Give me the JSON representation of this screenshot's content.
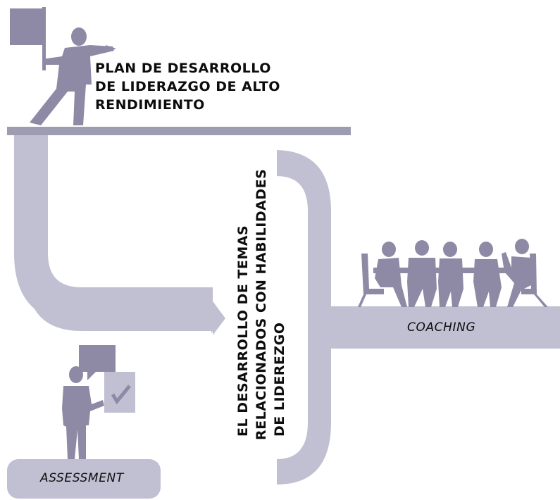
{
  "plan": {
    "line1": "PLAN DE DESARROLLO",
    "line2": "DE LIDERAZGO DE ALTO",
    "line3": "RENDIMIENTO"
  },
  "vertical": {
    "line1": "EL DESARROLLO DE TEMAS",
    "line2": "RELACIONADOS CON HABILIDADES",
    "line3": "DE LIDEREZGO"
  },
  "coaching": {
    "label": "COACHING"
  },
  "assessment": {
    "label": "ASSESSMENT"
  },
  "colors": {
    "light_lavender": "#c1bfd2",
    "dark_lavender": "#8e8aa6",
    "bar_gray": "#9e9cb0"
  }
}
